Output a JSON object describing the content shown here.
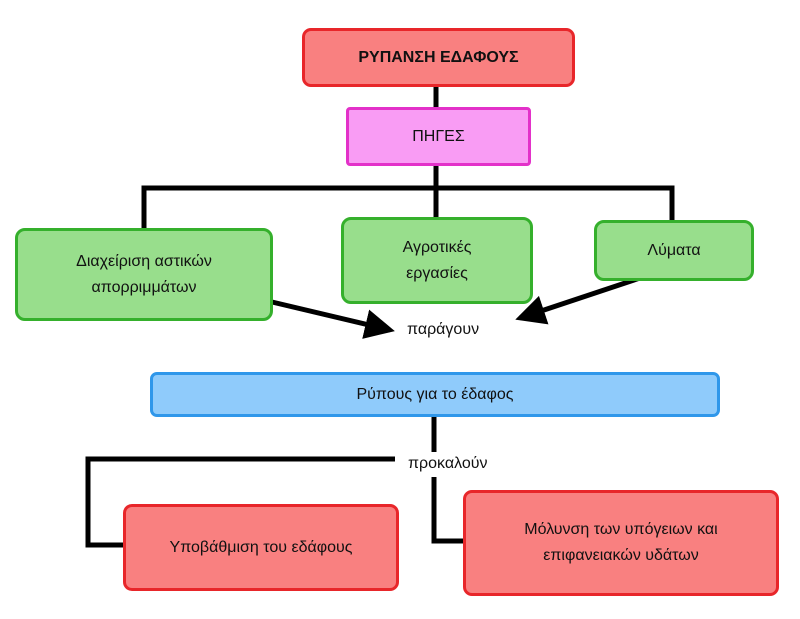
{
  "title": "ΡΥΠΑΝΣΗ ΕΔΑΦΟΥΣ",
  "sources": "ΠΗΓΕΣ",
  "source_items": [
    "Διαχείριση αστικών απορριμμάτων",
    "Αγροτικές εργασίες",
    "Λύματα"
  ],
  "produce_label": "παράγουν",
  "pollutants": "Ρύπους για το έδαφος",
  "cause_label": "προκαλούν",
  "effects": [
    "Υποβάθμιση του εδάφους",
    "Μόλυνση των υπόγειων και επιφανειακών υδάτων"
  ],
  "colors": {
    "red_fill": "#f98080",
    "red_border": "#e8262a",
    "pink_fill": "#f99cf4",
    "pink_border": "#e331c9",
    "green_fill": "#98de8c",
    "green_border": "#35b02c",
    "blue_fill": "#8fcbfb",
    "blue_border": "#2f97ea",
    "connector": "#000000"
  }
}
